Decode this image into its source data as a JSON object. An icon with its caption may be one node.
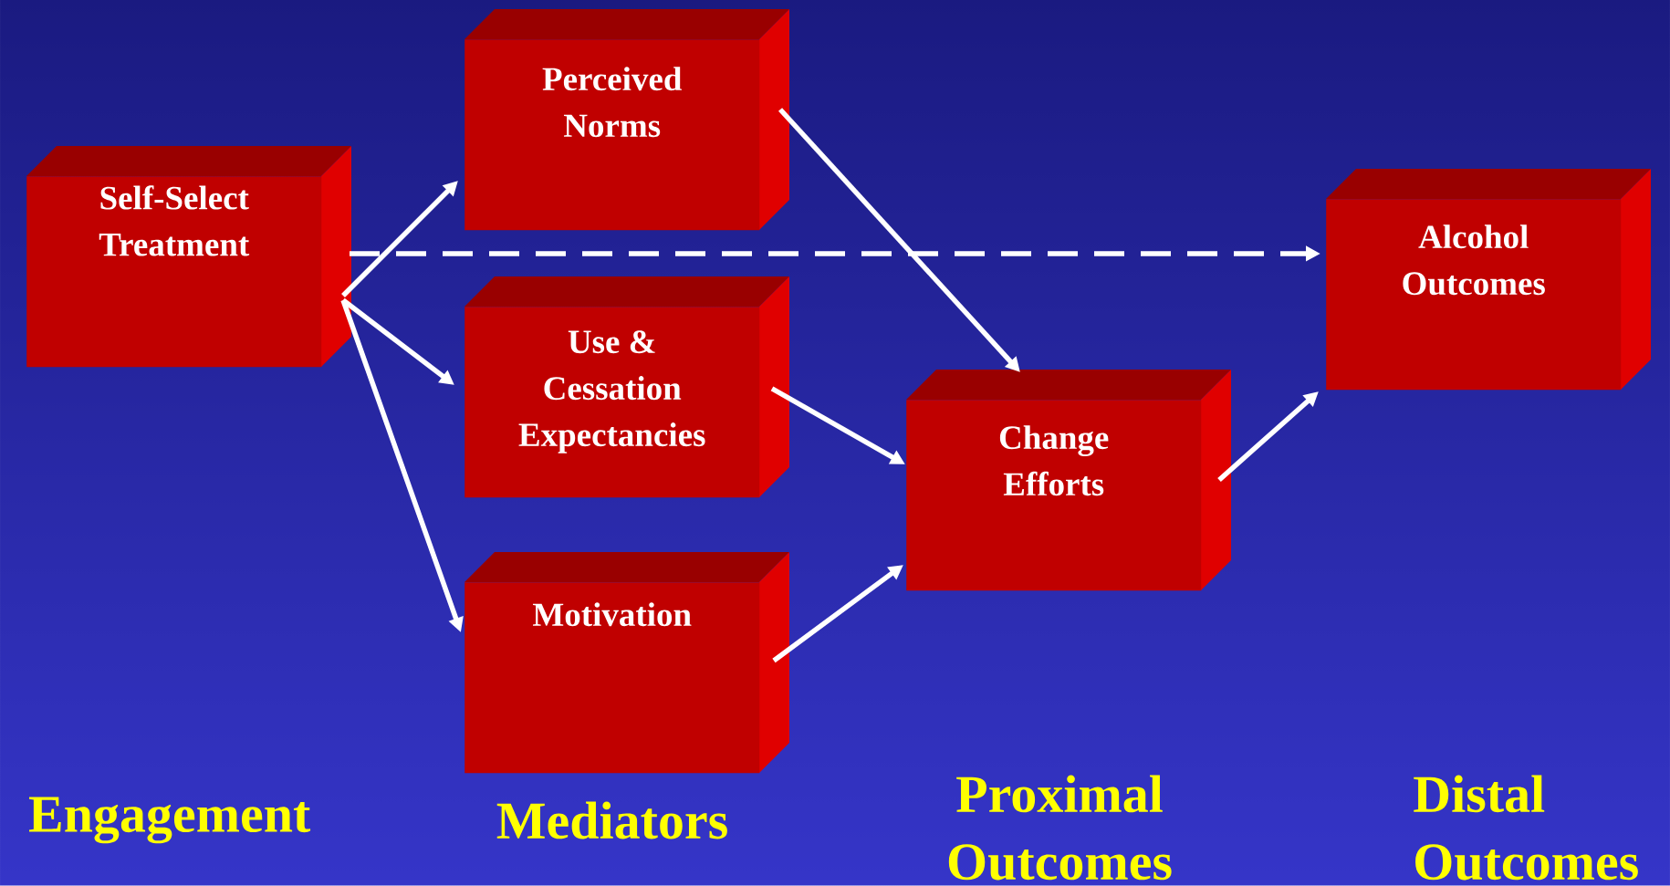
{
  "diagram": {
    "nodes": [
      {
        "text": [
          "Self-Select Treatment"
        ]
      },
      {
        "text": [
          "Perceived Norms"
        ]
      },
      {
        "text": [
          "Use & Cessation Expectancies"
        ]
      },
      {
        "text": [
          "Motivation"
        ]
      },
      {
        "text": [
          "Change Efforts"
        ]
      },
      {
        "text": [
          "Alcohol Outcomes"
        ]
      }
    ],
    "edges": [
      {
        "from": 0,
        "to": 1,
        "arrow": "to"
      },
      {
        "from": 0,
        "to": 2,
        "arrow": "to"
      },
      {
        "from": 0,
        "to": 3,
        "arrow": "to"
      },
      {
        "from": 1,
        "to": 4,
        "arrow": "to"
      },
      {
        "from": 2,
        "to": 4,
        "arrow": "to"
      },
      {
        "from": 3,
        "to": 4,
        "arrow": "to"
      },
      {
        "from": 4,
        "to": 5,
        "arrow": "to"
      },
      {
        "from": 0,
        "to": 5,
        "arrow": "to",
        "style": "dashed"
      }
    ],
    "labels": [
      "Engagement",
      "Mediators",
      "Proximal Outcomes",
      "Distal Outcomes"
    ]
  }
}
